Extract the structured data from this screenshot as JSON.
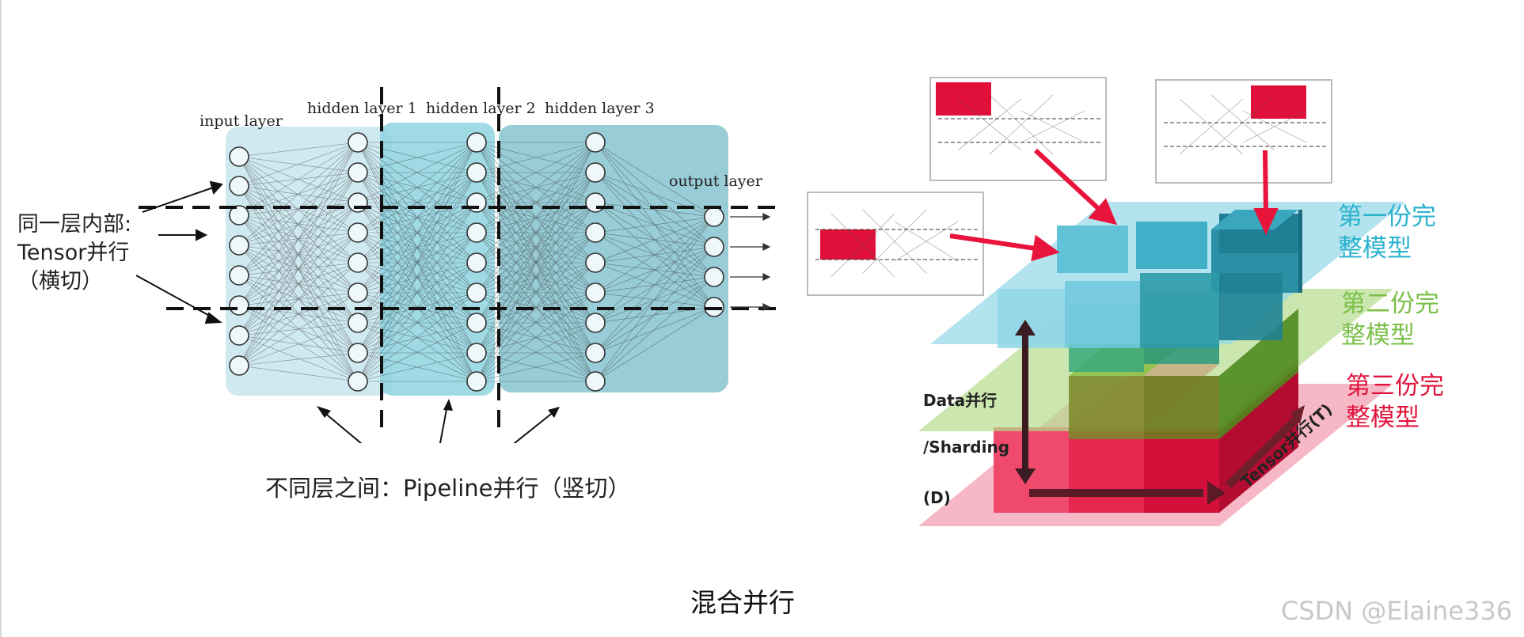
{
  "left_diagram": {
    "layer_labels": {
      "input": "input layer",
      "hidden1": "hidden layer 1",
      "hidden2": "hidden layer 2",
      "hidden3": "hidden layer 3",
      "output": "output layer"
    },
    "tensor_label": {
      "line1": "同一层内部:",
      "line2": "Tensor并行",
      "line3": "（横切）"
    },
    "pipeline_label": "不同层之间：Pipeline并行（竖切）",
    "colors": {
      "input_region": "#cfe9f1",
      "hidden_region": "#8ed3e0",
      "output_region": "#86c3cf",
      "node": "#eef8fb"
    }
  },
  "right_diagram": {
    "model_labels": [
      {
        "line1": "第一份完",
        "line2": "整模型",
        "color": "#2bb3cf"
      },
      {
        "line1": "第二份完",
        "line2": "整模型",
        "color": "#7cc04a"
      },
      {
        "line1": "第三份完",
        "line2": "整模型",
        "color": "#e0143c"
      }
    ],
    "data_axis": {
      "line1": "Data并行",
      "line2": "/Sharding",
      "line3": "(D)"
    },
    "tensor_axis": "Tensor并行(T)",
    "colors": {
      "layer1": "#9ad9e8",
      "layer2": "#b5dc8c",
      "layer3": "#f3a0b3",
      "highlight": "#e0103a",
      "arrow": "#e8143c"
    }
  },
  "caption": "混合并行",
  "watermark": "CSDN @Elaine336"
}
